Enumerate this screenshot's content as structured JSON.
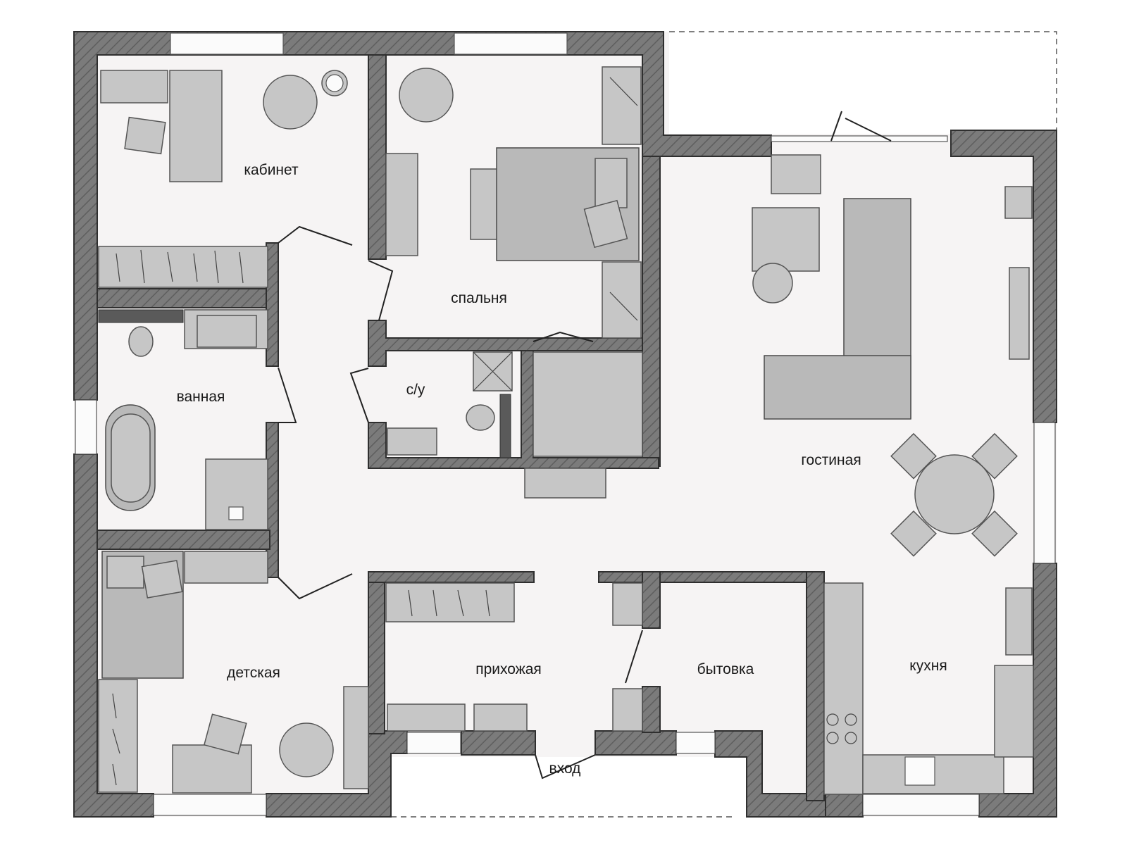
{
  "rooms": {
    "study": "кабинет",
    "bedroom": "спальня",
    "bathroom": "ванная",
    "wc": "с/у",
    "living": "гостиная",
    "kids": "детская",
    "hall": "прихожая",
    "utility": "бытовка",
    "kitchen": "кухня"
  },
  "entrance": "вход",
  "colors": {
    "wall": "#7a7a7a",
    "floor": "#f6f4f4",
    "furniture": "#c6c6c6",
    "outline": "#2f2f2f"
  }
}
